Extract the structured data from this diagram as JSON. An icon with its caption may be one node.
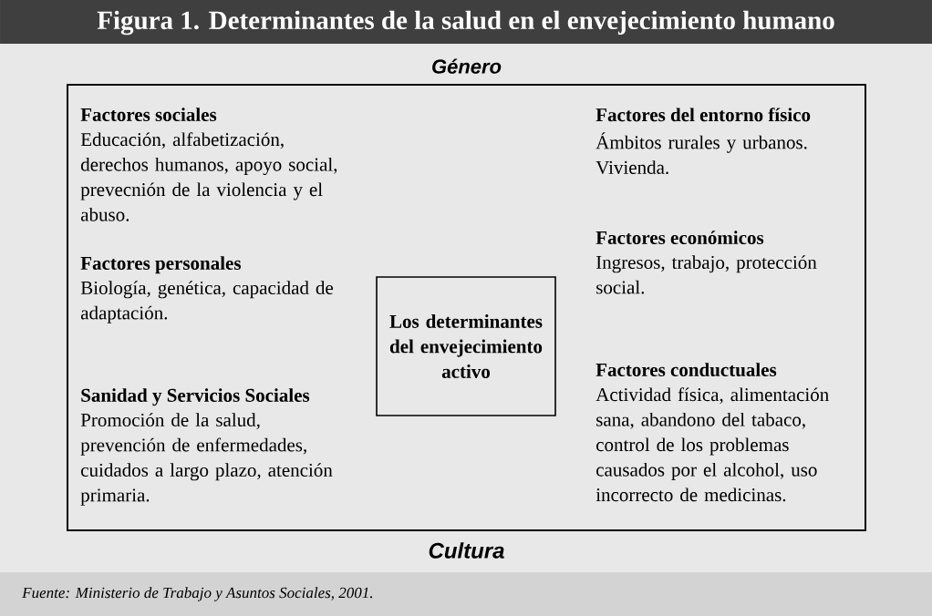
{
  "diagram": {
    "title": "Figura 1. Determinantes de la salud en el envejecimiento humano",
    "caption": "Fuente: Ministerio de Trabajo y Asuntos Sociales, 2001.",
    "nodes": [
      {
        "text": [
          "Género",
          "Cultura"
        ]
      },
      {
        "text": [
          "Los determinantes del envejecimiento activo"
        ],
        "in": 0
      }
    ],
    "labels": [
      "Factores sociales",
      "Educación, alfabetización, derechos humanos, apoyo social, prevecnión de la violencia y el abuso.",
      "Factores del entorno físico",
      "Ámbitos rurales y urbanos. Vivienda.",
      "Factores económicos",
      "Ingresos, trabajo, protección social.",
      "Factores personales",
      "Biología, genética, capacidad de adaptación.",
      "Factores conductuales",
      "Actividad física, alimentación sana, abandono del tabaco, control de los problemas causados por el alcohol, uso incorrecto de medicinas.",
      "Sanidad y Servicios Sociales",
      "Promoción de la salud, prevención de enfermedades, cuidados a largo plazo, atención primaria."
    ]
  }
}
